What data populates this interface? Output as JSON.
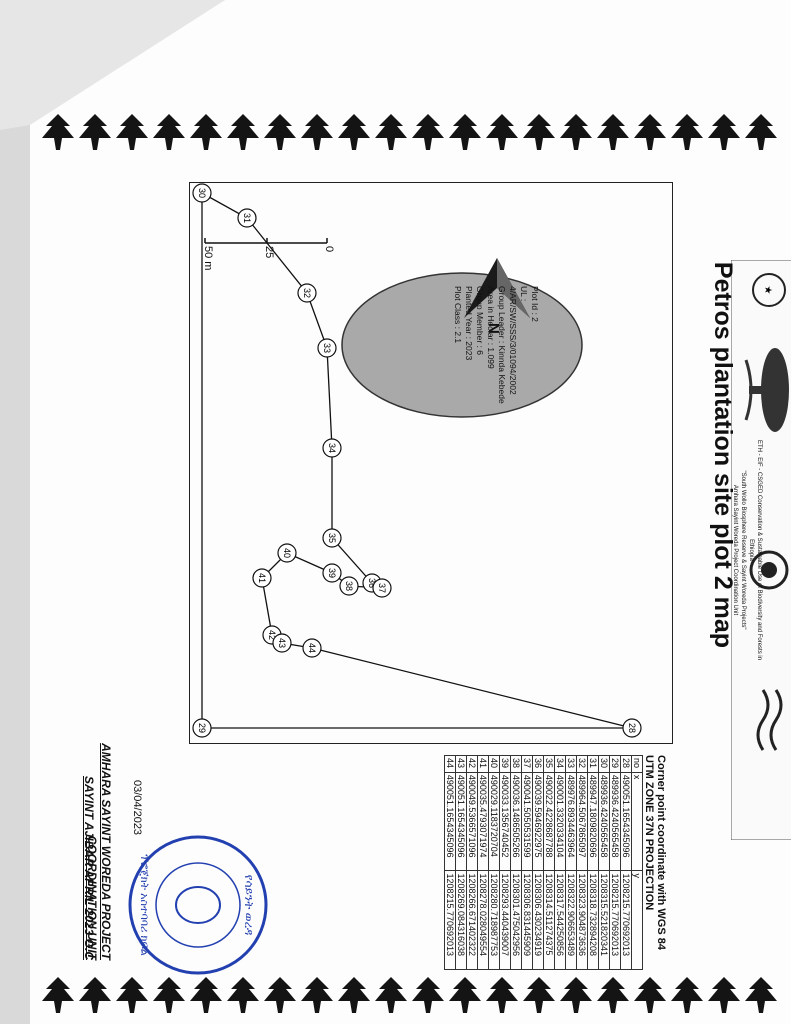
{
  "title": "Petros plantation site plot 2 map",
  "logo_text": {
    "line1": "ETH - EIF - CSGED Conservation & Sustainable Use of Biodiversity and Forests in Ethiopia",
    "line2": "\"South Wollo Biosphere Reserve & Sayint Woreda Projects\"",
    "line3": "Amhara Sayint Woreda Project Coordination Unit"
  },
  "plot_info": {
    "plot_id": "Plot Id : 2",
    "ul": "UL : 4/AR/SW/SSS/3/01094/2002",
    "group_leader": "Group Leader : Kinnda Kebede",
    "area": "Area in Hectar : 1.099",
    "group_member": "Group Member : 6",
    "planted_year": "Planted Year : 2023",
    "plot_class": "Plot Class : 2.1"
  },
  "north": "N",
  "scale": {
    "zero": "0",
    "mid": "25",
    "end": "50 m"
  },
  "points": [
    "28",
    "29",
    "30",
    "31",
    "32",
    "33",
    "34",
    "35",
    "36",
    "37",
    "38",
    "39",
    "40",
    "41",
    "42",
    "43",
    "44"
  ],
  "table": {
    "title": "Corner point coordinate with WGS 84 UTM ZONE 37N PROJECTION",
    "headers": [
      "no",
      "x",
      "y"
    ],
    "rows": [
      [
        "28",
        "490051.1654345096",
        "1208215.770692013"
      ],
      [
        "29",
        "489936.4240565458",
        "1208215.770692013"
      ],
      [
        "30",
        "489936.4240565458",
        "1208315.521820341"
      ],
      [
        "31",
        "489947.1809820696",
        "1208318.732894208"
      ],
      [
        "32",
        "489964.5067865097",
        "1208323.904873636"
      ],
      [
        "33",
        "489976.8934463964",
        "1208322.906653489"
      ],
      [
        "34",
        "490001.3320334104",
        "1208317.544250856"
      ],
      [
        "35",
        "490022.4228687788",
        "1208314.511274375"
      ],
      [
        "36",
        "490039.5946922975",
        "1208306.430234919"
      ],
      [
        "37",
        "490041.5050531599",
        "1208306.831445909"
      ],
      [
        "38",
        "490036.1486505266",
        "1208301.475042956"
      ],
      [
        "39",
        "490033.1356740452",
        "1208293.440439007"
      ],
      [
        "40",
        "490029.1183720704",
        "1208280.718987753"
      ],
      [
        "41",
        "490035.4793071974",
        "1208278.028049554"
      ],
      [
        "42",
        "490049.5366571096",
        "1208266.671402322"
      ],
      [
        "43",
        "490051.1654345096",
        "1208269.084316038"
      ],
      [
        "44",
        "490051.1654345096",
        "1208215.770692013"
      ]
    ]
  },
  "date": "03/04/2023",
  "footer": {
    "line1": "AMHARA SAYINT WOREDA PROJECT COORDINATION UNIT",
    "line2": "SAYINT AJIBAR APRIL 2023 G.C"
  },
  "stamp": {
    "top": "የሳይንት ወረዳ",
    "bottom": "ፕሮጀክት አስተባባሪ ክፍል"
  },
  "colors": {
    "ellipse": "#a9a9a9",
    "ink": "#141414",
    "stamp": "#2340b0"
  }
}
